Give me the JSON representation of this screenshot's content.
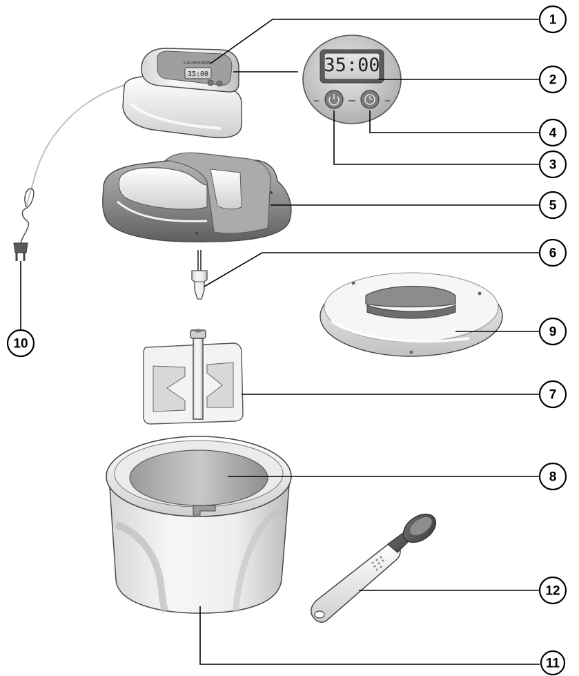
{
  "display": {
    "time": "35:00",
    "small_time": "35:00",
    "brand": "LAGRANGE"
  },
  "callouts": {
    "c1": "1",
    "c2": "2",
    "c3": "3",
    "c4": "4",
    "c5": "5",
    "c6": "6",
    "c7": "7",
    "c8": "8",
    "c9": "9",
    "c10": "10",
    "c11": "11",
    "c12": "12"
  },
  "icons": {
    "power": "power-icon",
    "timer": "timer-icon"
  }
}
